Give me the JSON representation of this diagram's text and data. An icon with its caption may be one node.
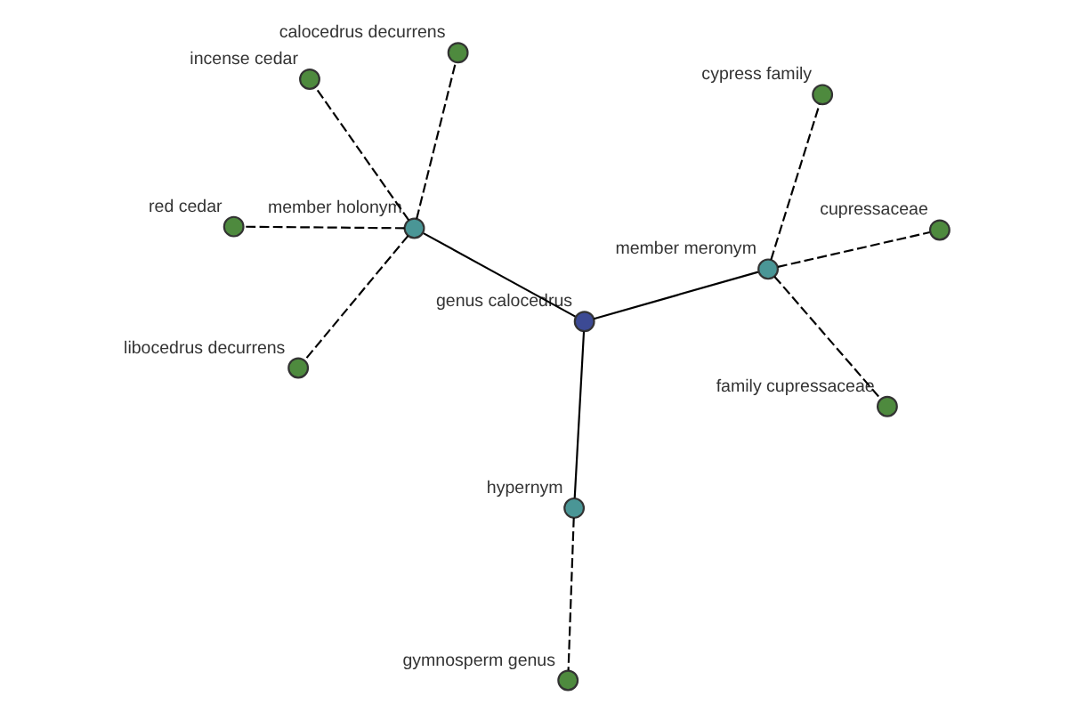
{
  "diagram": {
    "nodes": [
      {
        "text": [
          "genus calocedrus"
        ]
      },
      {
        "text": [
          "member meronym"
        ]
      },
      {
        "text": [
          "hypernym"
        ]
      },
      {
        "text": [
          "member holonym"
        ]
      },
      {
        "text": [
          "cupressaceae"
        ]
      },
      {
        "text": [
          "cypress family"
        ]
      },
      {
        "text": [
          "family cupressaceae"
        ]
      },
      {
        "text": [
          "gymnosperm genus"
        ]
      },
      {
        "text": [
          "libocedrus decurrens"
        ]
      },
      {
        "text": [
          "calocedrus decurrens"
        ]
      },
      {
        "text": [
          "incense cedar"
        ]
      },
      {
        "text": [
          "red cedar"
        ]
      }
    ],
    "edges": [
      {
        "from": 0,
        "to": 1,
        "arrow": "none"
      },
      {
        "from": 0,
        "to": 2,
        "arrow": "none"
      },
      {
        "from": 0,
        "to": 3,
        "arrow": "none"
      },
      {
        "from": 1,
        "to": 4,
        "arrow": "none",
        "style": "dashed"
      },
      {
        "from": 1,
        "to": 5,
        "arrow": "none",
        "style": "dashed"
      },
      {
        "from": 1,
        "to": 6,
        "arrow": "none",
        "style": "dashed"
      },
      {
        "from": 2,
        "to": 7,
        "arrow": "none",
        "style": "dashed"
      },
      {
        "from": 3,
        "to": 8,
        "arrow": "none",
        "style": "dashed"
      },
      {
        "from": 3,
        "to": 9,
        "arrow": "none",
        "style": "dashed"
      },
      {
        "from": 3,
        "to": 10,
        "arrow": "none",
        "style": "dashed"
      },
      {
        "from": 3,
        "to": 11,
        "arrow": "none",
        "style": "dashed"
      }
    ]
  }
}
